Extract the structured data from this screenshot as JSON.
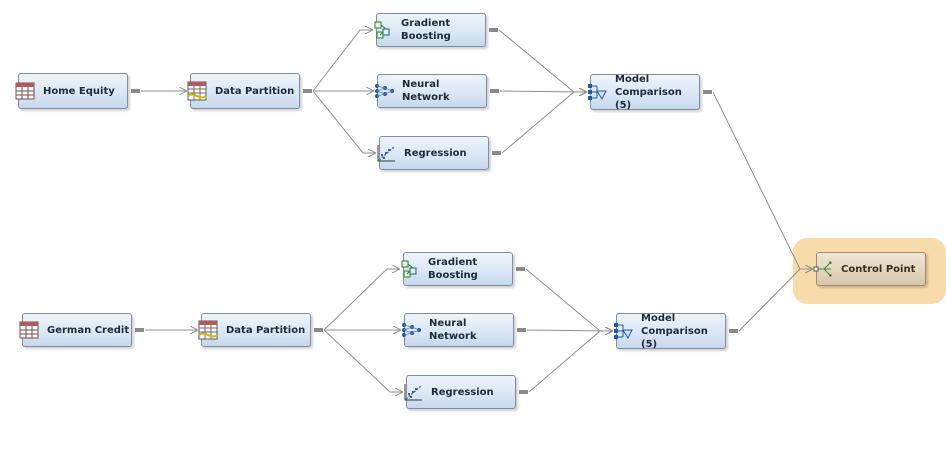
{
  "diagram": {
    "nodes": [
      {
        "id": "home-equity",
        "label": "Home Equity",
        "icon": "data-table-icon"
      },
      {
        "id": "dp1",
        "label": "Data Partition",
        "icon": "data-partition-icon"
      },
      {
        "id": "gb1",
        "label": "Gradient\nBoosting",
        "icon": "gradient-boosting-icon"
      },
      {
        "id": "nn1",
        "label": "Neural Network",
        "icon": "neural-network-icon"
      },
      {
        "id": "reg1",
        "label": "Regression",
        "icon": "regression-icon"
      },
      {
        "id": "mc1",
        "label": "Model\nComparison (5)",
        "icon": "model-comparison-icon"
      },
      {
        "id": "german-credit",
        "label": "German Credit",
        "icon": "data-table-icon"
      },
      {
        "id": "dp2",
        "label": "Data Partition",
        "icon": "data-partition-icon"
      },
      {
        "id": "gb2",
        "label": "Gradient\nBoosting",
        "icon": "gradient-boosting-icon"
      },
      {
        "id": "nn2",
        "label": "Neural Network",
        "icon": "neural-network-icon"
      },
      {
        "id": "reg2",
        "label": "Regression",
        "icon": "regression-icon"
      },
      {
        "id": "mc2",
        "label": "Model\nComparison (5)",
        "icon": "model-comparison-icon"
      },
      {
        "id": "control-point",
        "label": "Control Point",
        "icon": "control-point-icon",
        "selected": true
      }
    ],
    "edges": [
      [
        "home-equity",
        "dp1"
      ],
      [
        "dp1",
        "gb1"
      ],
      [
        "dp1",
        "nn1"
      ],
      [
        "dp1",
        "reg1"
      ],
      [
        "gb1",
        "mc1"
      ],
      [
        "nn1",
        "mc1"
      ],
      [
        "reg1",
        "mc1"
      ],
      [
        "mc1",
        "control-point"
      ],
      [
        "german-credit",
        "dp2"
      ],
      [
        "dp2",
        "gb2"
      ],
      [
        "dp2",
        "nn2"
      ],
      [
        "dp2",
        "reg2"
      ],
      [
        "gb2",
        "mc2"
      ],
      [
        "nn2",
        "mc2"
      ],
      [
        "reg2",
        "mc2"
      ],
      [
        "mc2",
        "control-point"
      ]
    ],
    "colors": {
      "node": "#dbe7f5",
      "selected_glow": "#f8d9a6",
      "edge": "#8f8f8f"
    }
  }
}
